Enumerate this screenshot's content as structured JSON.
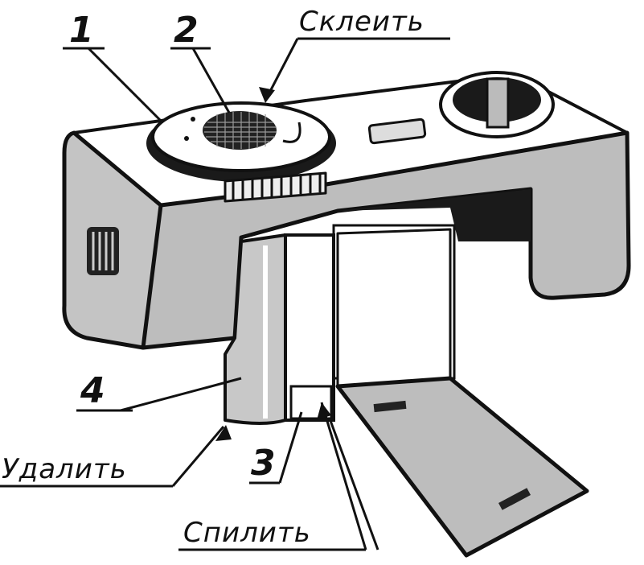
{
  "callouts": {
    "n1": "1",
    "n2": "2",
    "n3": "3",
    "n4": "4",
    "glue": "Склеить",
    "remove": "Удалить",
    "saw": "Спилить"
  },
  "colors": {
    "ink": "#111111",
    "body": "#bfbfbf",
    "shadow": "#8a8a8a",
    "paper": "#ffffff"
  }
}
